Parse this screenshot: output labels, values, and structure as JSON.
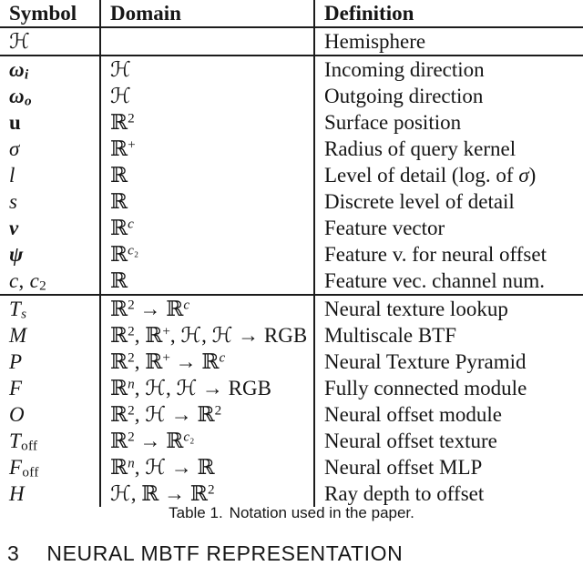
{
  "table": {
    "headers": [
      "Symbol",
      "Domain",
      "Definition"
    ],
    "rows": [
      {
        "symbol": "ℋ",
        "domain": "",
        "definition": "Hemisphere"
      },
      {
        "symbol": "*ω*_{*i*}",
        "domain": "ℋ",
        "definition": "Incoming direction"
      },
      {
        "symbol": "*ω*_{*o*}",
        "domain": "ℋ",
        "definition": "Outgoing direction"
      },
      {
        "symbol": "u",
        "domain": "ℝ^{2}",
        "definition": "Surface position"
      },
      {
        "symbol": "*σ*",
        "domain": "ℝ^{+}",
        "definition": "Radius of query kernel"
      },
      {
        "symbol": "*l*",
        "domain": "ℝ",
        "definition": "Level of detail (log. of *σ*)"
      },
      {
        "symbol": "*s*",
        "domain": "ℝ",
        "definition": "Discrete level of detail"
      },
      {
        "symbol": "*v*",
        "domain": "ℝ^{*c*}",
        "definition": "Feature vector"
      },
      {
        "symbol": "*ψ*",
        "domain": "ℝ^{*c*₂}",
        "definition": "Feature v. for neural offset"
      },
      {
        "symbol": "*c*, *c*_{2}",
        "domain": "ℝ",
        "definition": "Feature vec. channel num."
      },
      {
        "symbol": "*T*_{*s*}",
        "domain": "ℝ^{2} → ℝ^{*c*}",
        "definition": "Neural texture lookup"
      },
      {
        "symbol": "*M*",
        "domain": "ℝ^{2}, ℝ^{+}, ℋ, ℋ → RGB",
        "definition": "Multiscale BTF"
      },
      {
        "symbol": "*P*",
        "domain": "ℝ^{2}, ℝ^{+} → ℝ^{*c*}",
        "definition": "Neural Texture Pyramid"
      },
      {
        "symbol": "*F*",
        "domain": "ℝ^{*n*}, ℋ, ℋ → RGB",
        "definition": "Fully connected module"
      },
      {
        "symbol": "*O*",
        "domain": "ℝ^{2}, ℋ → ℝ^{2}",
        "definition": "Neural offset module"
      },
      {
        "symbol": "*T*_{off}",
        "domain": "ℝ^{2} → ℝ^{*c*₂}",
        "definition": "Neural offset texture"
      },
      {
        "symbol": "*F*_{off}",
        "domain": "ℝ^{*n*}, ℋ → ℝ",
        "definition": "Neural offset MLP"
      },
      {
        "symbol": "*H*",
        "domain": "ℋ, ℝ → ℝ^{2}",
        "definition": "Ray depth to offset"
      }
    ],
    "caption_label": "Table 1.",
    "caption_text": "Notation used in the paper."
  },
  "section": {
    "number": "3",
    "title": "NEURAL MBTF REPRESENTATION"
  }
}
